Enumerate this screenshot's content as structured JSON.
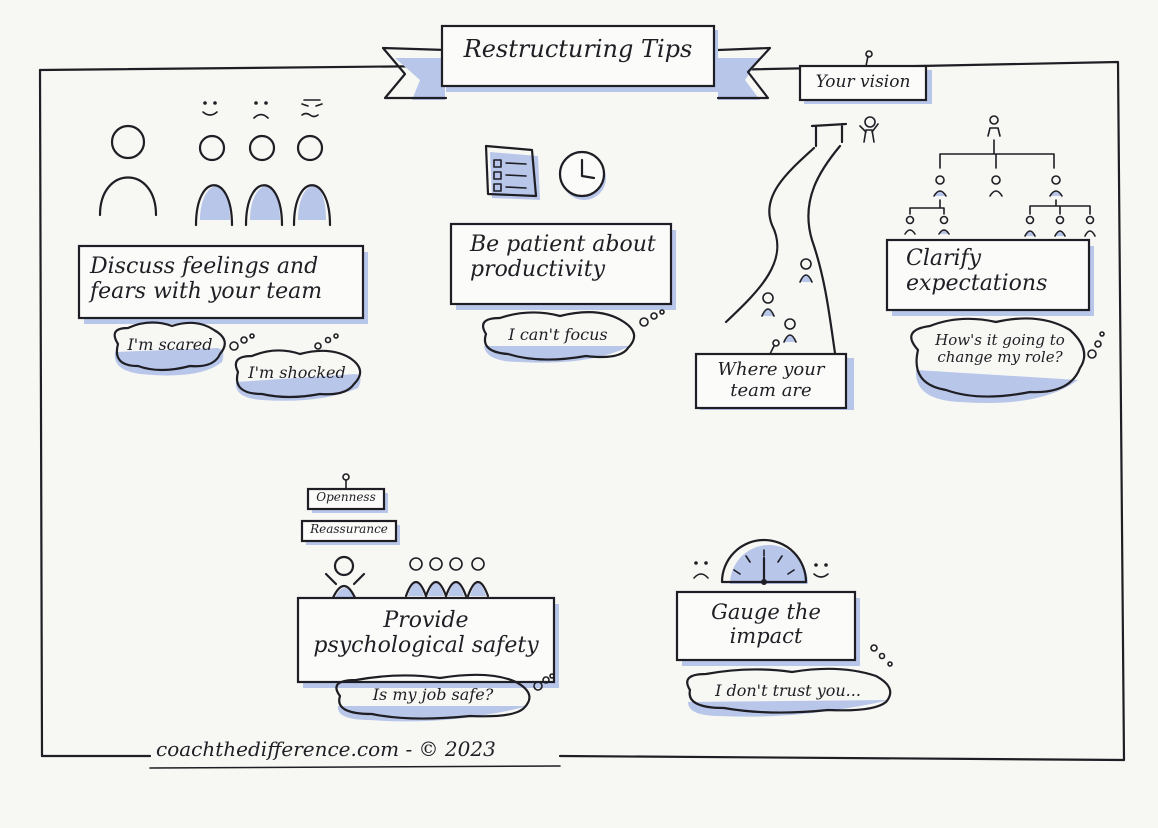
{
  "title": "Restructuring Tips",
  "footer": "coachthedifference.com - © 2023",
  "tips": [
    {
      "text": "Discuss feelings and fears with your team",
      "thoughts": [
        "I'm scared",
        "I'm shocked"
      ]
    },
    {
      "text": "Be patient about productivity",
      "thoughts": [
        "I can't focus"
      ]
    },
    {
      "text": "Clarify expectations",
      "thoughts": [
        "How's it going to change my role?"
      ]
    },
    {
      "text": "Provide psychological safety",
      "thoughts": [
        "Is my job safe?"
      ],
      "tags": [
        "Openness",
        "Reassurance"
      ]
    },
    {
      "text": "Gauge the impact",
      "thoughts": [
        "I don't trust you..."
      ]
    }
  ],
  "road": {
    "top_label": "Your vision",
    "bottom_label": "Where your team are"
  },
  "icons": [
    "people-icon",
    "checklist-icon",
    "clock-icon",
    "org-chart-icon",
    "road-icon",
    "gauge-icon",
    "smiley-icon"
  ],
  "colors": {
    "ink": "#1e1e24",
    "highlight": "#b8c6ea",
    "paper": "#f7f7f4"
  }
}
